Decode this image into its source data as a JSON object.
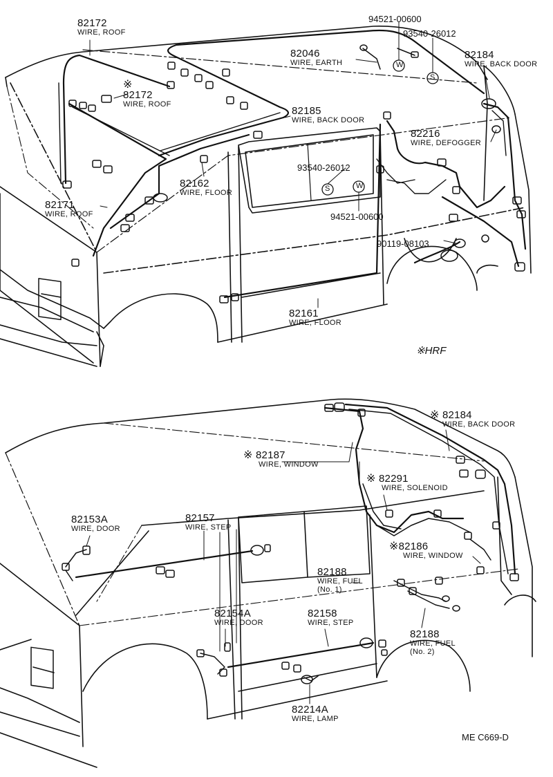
{
  "top_view": {
    "w82172": {
      "number": "82172",
      "name": "WIRE, ROOF"
    },
    "w82172_hrf": {
      "mark": "※",
      "number": "82172",
      "name": "WIRE, ROOF"
    },
    "w82171": {
      "number": "82171",
      "name": "WIRE, ROOF"
    },
    "w82046": {
      "number": "82046",
      "name": "WIRE, EARTH"
    },
    "p94521_top": {
      "number": "94521-00600"
    },
    "p93540_top": {
      "number": "93540-26012"
    },
    "w82184": {
      "number": "82184",
      "name": "WIRE, BACK DOOR"
    },
    "w82185": {
      "number": "82185",
      "name": "WIRE, BACK DOOR"
    },
    "w82216": {
      "number": "82216",
      "name": "WIRE, DEFOGGER"
    },
    "w82162": {
      "number": "82162",
      "name": "WIRE, FLOOR"
    },
    "p93540_mid": {
      "number": "93540-26012"
    },
    "p94521_mid": {
      "number": "94521-00600"
    },
    "p90119": {
      "number": "90119-08103"
    },
    "w82161": {
      "number": "82161",
      "name": "WIRE, FLOOR"
    },
    "legend_hrf": "※HRF",
    "symbol_s": "S",
    "symbol_w": "W"
  },
  "bottom_view": {
    "w82184": {
      "mark": "※",
      "number": "82184",
      "name": "WIRE, BACK DOOR"
    },
    "w82187": {
      "mark": "※",
      "number": "82187",
      "name": "WIRE, WINDOW"
    },
    "w82291": {
      "mark": "※",
      "number": "82291",
      "name": "WIRE, SOLENOID"
    },
    "w82153A": {
      "number": "82153A",
      "name": "WIRE, DOOR"
    },
    "w82157": {
      "number": "82157",
      "name": "WIRE, STEP"
    },
    "w82186": {
      "mark": "※",
      "number": "82186",
      "name": "WIRE, WINDOW"
    },
    "w82188_1": {
      "number": "82188",
      "name": "WIRE, FUEL",
      "sub": "(No. 1)"
    },
    "w82154A": {
      "number": "82154A",
      "name": "WIRE, DOOR"
    },
    "w82158": {
      "number": "82158",
      "name": "WIRE, STEP"
    },
    "w82188_2": {
      "number": "82188",
      "name": "WIRE, FUEL",
      "sub": "(No. 2)"
    },
    "w82214A": {
      "number": "82214A",
      "name": "WIRE, LAMP"
    }
  },
  "footer": {
    "code": "ME  C669-D"
  },
  "colors": {
    "ink": "#111111",
    "background": "#ffffff"
  }
}
